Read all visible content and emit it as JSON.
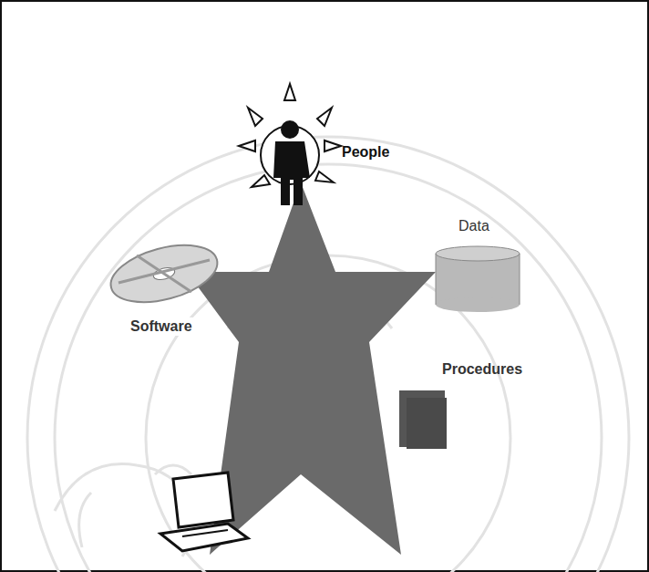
{
  "diagram": {
    "labels": [
      "People",
      "Data",
      "Software",
      "Procedures",
      "Hardware"
    ]
  }
}
